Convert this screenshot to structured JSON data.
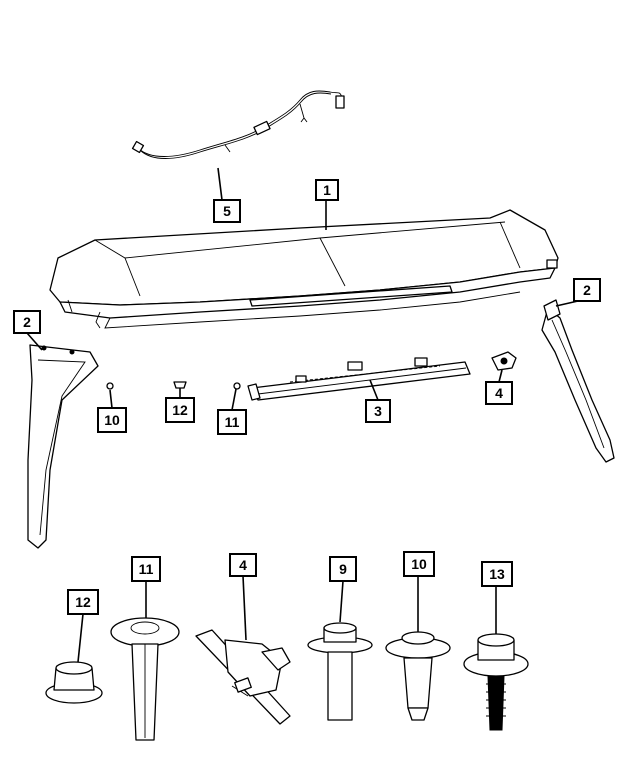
{
  "callouts": [
    {
      "id": "c-1",
      "label": "1"
    },
    {
      "id": "c-2a",
      "label": "2"
    },
    {
      "id": "c-2b",
      "label": "2"
    },
    {
      "id": "c-3",
      "label": "3"
    },
    {
      "id": "c-4a",
      "label": "4"
    },
    {
      "id": "c-4b",
      "label": "4"
    },
    {
      "id": "c-5",
      "label": "5"
    },
    {
      "id": "c-9",
      "label": "9"
    },
    {
      "id": "c-10a",
      "label": "10"
    },
    {
      "id": "c-10b",
      "label": "10"
    },
    {
      "id": "c-11a",
      "label": "11"
    },
    {
      "id": "c-11b",
      "label": "11"
    },
    {
      "id": "c-12a",
      "label": "12"
    },
    {
      "id": "c-12b",
      "label": "12"
    },
    {
      "id": "c-13",
      "label": "13"
    }
  ],
  "colors": {
    "ink": "#000000",
    "paper": "#ffffff"
  }
}
